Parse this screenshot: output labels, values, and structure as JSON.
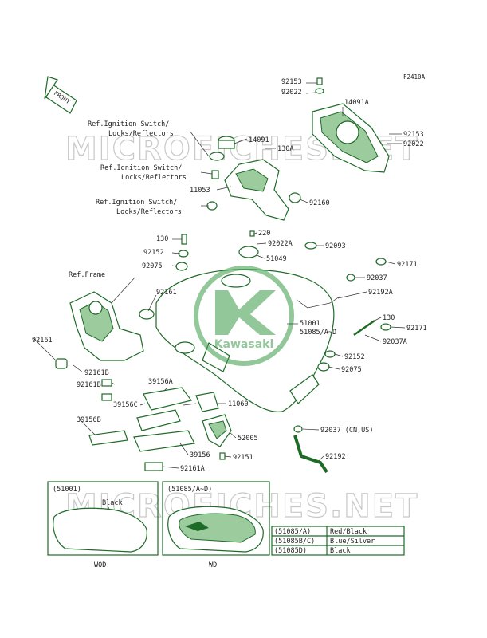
{
  "diagram_code": "F2410A",
  "front_marker": "FRONT",
  "watermark": "MICROFICHES.NET",
  "logo_text": "Kawasaki",
  "ref_notes": {
    "ignition_1": [
      "Ref.Ignition Switch/",
      "Locks/Reflectors"
    ],
    "ignition_2": [
      "Ref.Ignition Switch/",
      "Locks/Reflectors"
    ],
    "ignition_3": [
      "Ref.Ignition Switch/",
      "Locks/Reflectors"
    ],
    "frame": "Ref.Frame"
  },
  "part_labels": {
    "p92153a": "92153",
    "p92022a": "92022",
    "p14091a": "14091A",
    "p92153b": "92153",
    "p92022b": "92022",
    "p14091": "14091",
    "p130a": "130A",
    "p11053": "11053",
    "p92160": "92160",
    "p220": "220",
    "p92022A": "92022A",
    "p92093": "92093",
    "p130b": "130",
    "p92152a": "92152",
    "p51049": "51049",
    "p92075a": "92075",
    "p92171a": "92171",
    "p92037a": "92037",
    "p92192A": "92192A",
    "p92161a": "92161",
    "p51001": "51001",
    "p51085": "51085/A~D",
    "p130c": "130",
    "p92171b": "92171",
    "p92161b": "92161",
    "p92037A": "92037A",
    "p92152b": "92152",
    "p92075b": "92075",
    "p92161B1": "92161B",
    "p92161B2": "92161B",
    "p39156A": "39156A",
    "p39156C": "39156C",
    "p39156B": "39156B",
    "p11060": "11060",
    "p92037b": "92037 (CN,US)",
    "p52005": "52005",
    "p39156": "39156",
    "p92151": "92151",
    "p92161A": "92161A",
    "p92192": "92192"
  },
  "inset_left": {
    "title": "(51001)",
    "color": "Black",
    "caption": "WOD"
  },
  "inset_right": {
    "title": "(51085/A~D)",
    "caption": "WD"
  },
  "color_table": [
    {
      "code": "(51085/A)",
      "color": "Red/Black"
    },
    {
      "code": "(51085B/C)",
      "color": "Blue/Silver"
    },
    {
      "code": "(51085D)",
      "color": "Black"
    }
  ],
  "colors": {
    "line_green": "#1d6b27",
    "fill_green": "#9ccc9e",
    "text": "#1e1e1e",
    "watermark": "#c8c8c8"
  }
}
